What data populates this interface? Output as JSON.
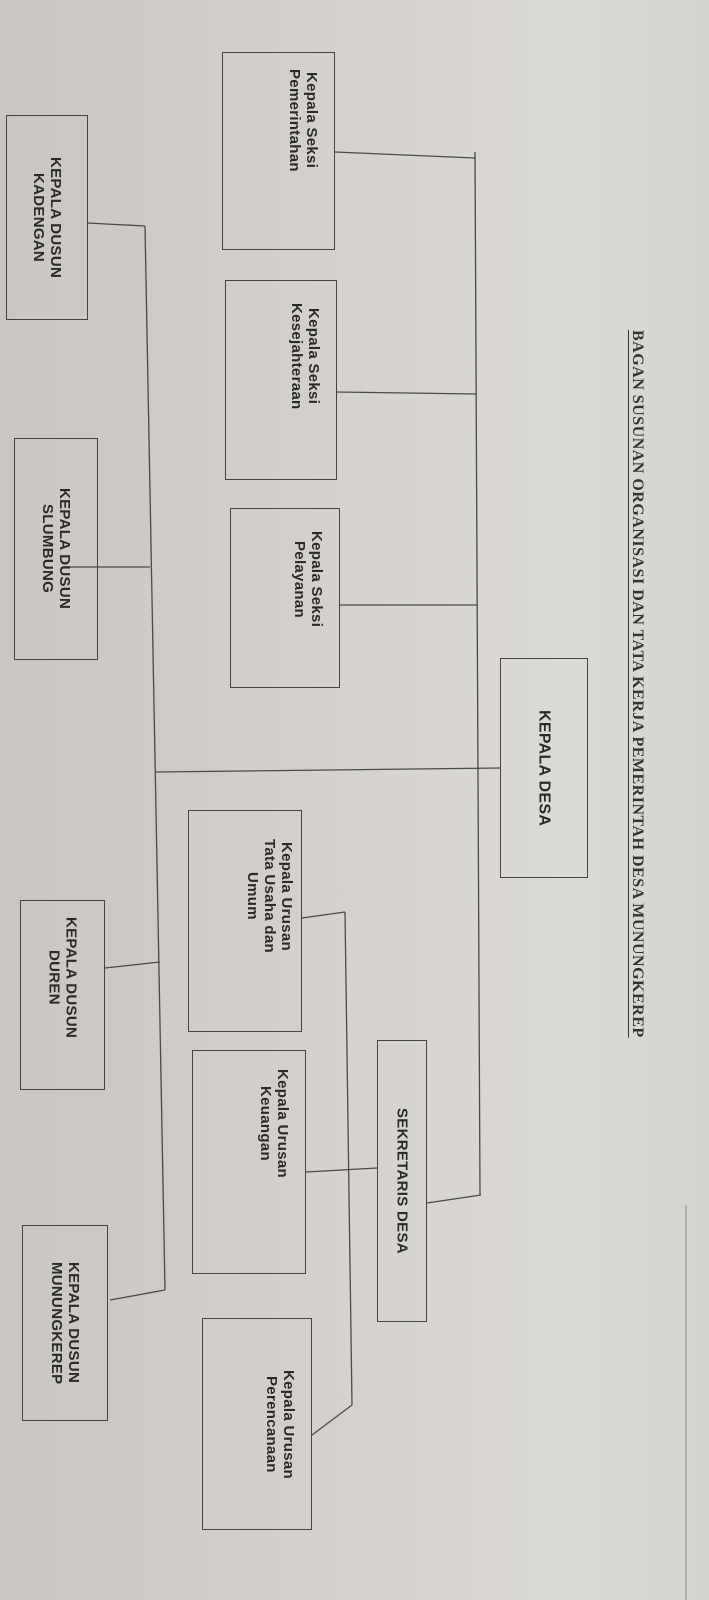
{
  "title": "BAGAN SUSUNAN ORGANISASI DAN TATA KERJA PEMERINTAH DESA MUNUNGKEREP",
  "nodes": {
    "kepala_desa": "KEPALA DESA",
    "sekretaris_desa": "SEKRETARIS DESA",
    "seksi_pemerintahan": "Kepala Seksi\nPemerintahan",
    "seksi_kesejahteraan": "Kepala Seksi\nKesejahteraan",
    "seksi_pelayanan": "Kepala Seksi\nPelayanan",
    "urusan_tata_usaha": "Kepala Urusan\nTata Usaha dan\nUmum",
    "urusan_keuangan": "Kepala Urusan\nKeuangan",
    "urusan_perencanaan": "Kepala Urusan\nPerencanaan",
    "dusun_kadengan": "KEPALA DUSUN\nKADENGAN",
    "dusun_slumbung": "KEPALA DUSUN\nSLUMBUNG",
    "dusun_duren": "KEPALA DUSUN\nDUREN",
    "dusun_mununkerep": "KEPALA DUSUN\nMUNUNGKEREP"
  }
}
